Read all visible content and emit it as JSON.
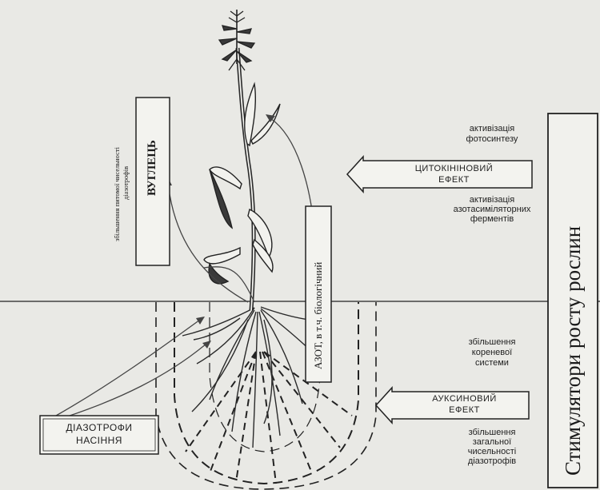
{
  "side_title": "Стимулятори росту рослин",
  "carbon_box": {
    "title": "ВУГЛЕЦЬ",
    "note_line1": "збільшення питомої чисельності",
    "note_line2": "діазотрофів"
  },
  "nitrogen_box": {
    "title": "АЗОТ, в т.ч. біологічний"
  },
  "cytokinin": {
    "title_line1": "ЦИТОКІНІНОВИЙ",
    "title_line2": "ЕФЕКТ",
    "above_line1": "активізація",
    "above_line2": "фотосинтезу",
    "below_line1": "активізація",
    "below_line2": "азотасиміляторних",
    "below_line3": "ферментів"
  },
  "auxin": {
    "title_line1": "АУКСИНОВИЙ",
    "title_line2": "ЕФЕКТ",
    "above_line1": "збільшення",
    "above_line2": "кореневої",
    "above_line3": "системи",
    "below_line1": "збільшення",
    "below_line2": "загальної",
    "below_line3": "чисельності",
    "below_line4": "діазотрофів"
  },
  "diazotroph_box": {
    "line1": "ДІАЗОТРОФИ",
    "line2": "НАСІННЯ"
  },
  "colors": {
    "ink": "#1e1e1e",
    "background": "#e9e9e5",
    "plant": "#2a2a2a"
  }
}
